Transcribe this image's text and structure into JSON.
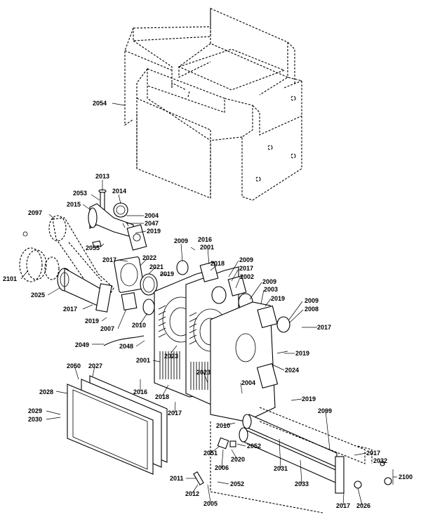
{
  "labels": {
    "l2054": "2054",
    "l2013": "2013",
    "l2053": "2053",
    "l2014": "2014",
    "l2015": "2015",
    "l2097": "2097",
    "l2004a": "2004",
    "l2047": "2047",
    "l2019a": "2019",
    "l2055": "2055",
    "l2009a": "2009",
    "l2016a": "2016",
    "l2001a": "2001",
    "l2017a": "2017",
    "l2022": "2022",
    "l2021": "2021",
    "l2019b": "2019",
    "l2018a": "2018",
    "l2009b": "2009",
    "l2017b": "2017",
    "l2002": "2002",
    "l2101": "2101",
    "l2025": "2025",
    "l2009c": "2009",
    "l2003": "2003",
    "l2019c": "2019",
    "l2009d": "2009",
    "l2008": "2008",
    "l2017c": "2017",
    "l2019d": "2019",
    "l2007": "2007",
    "l2010a": "2010",
    "l2049": "2049",
    "l2048": "2048",
    "l2023a": "2023",
    "l2019e": "2019",
    "l2001b": "2001",
    "l2024": "2024",
    "l2050": "2050",
    "l2027": "2027",
    "l2023b": "2023",
    "l2004b": "2004",
    "l2016b": "2016",
    "l2028": "2028",
    "l2018b": "2018",
    "l2019f": "2019",
    "l2017d": "2017",
    "l2029": "2029",
    "l2030": "2030",
    "l2099": "2099",
    "l2010b": "2010",
    "l2052a": "2052",
    "l2051": "2051",
    "l2020": "2020",
    "l2006": "2006",
    "l2017e": "2017",
    "l2032": "2032",
    "l2031": "2031",
    "l2100": "2100",
    "l2033": "2033",
    "l2011": "2011",
    "l2052b": "2052",
    "l2012": "2012",
    "l2005": "2005",
    "l2017f": "2017",
    "l2026": "2026"
  }
}
